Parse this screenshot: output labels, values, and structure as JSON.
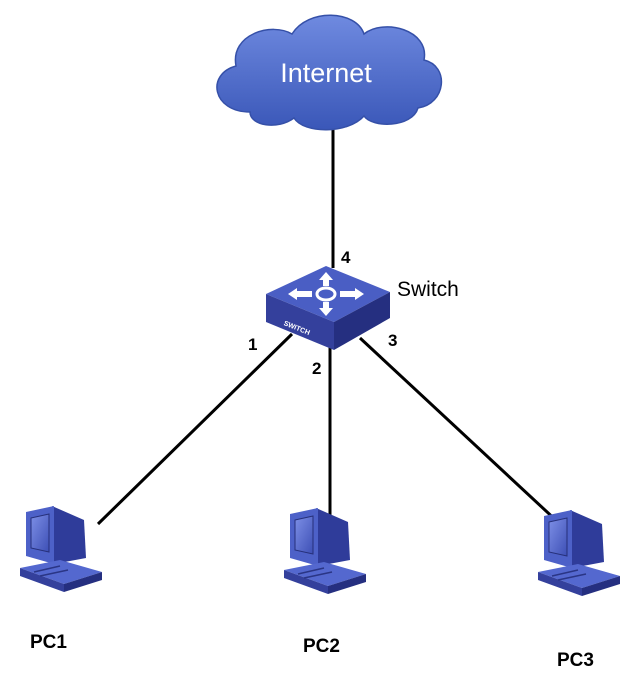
{
  "diagram": {
    "cloud": {
      "label": "Internet"
    },
    "switch": {
      "label": "Switch",
      "badge": "SWITCH"
    },
    "ports": [
      "4",
      "1",
      "2",
      "3"
    ],
    "pcs": [
      {
        "label": "PC1",
        "port": "1"
      },
      {
        "label": "PC2",
        "port": "2"
      },
      {
        "label": "PC3",
        "port": "3"
      }
    ],
    "colors": {
      "cloud": "#4d6cc9",
      "device": "#4a5ec4",
      "device_dark": "#2a3585",
      "link": "#000000"
    }
  }
}
